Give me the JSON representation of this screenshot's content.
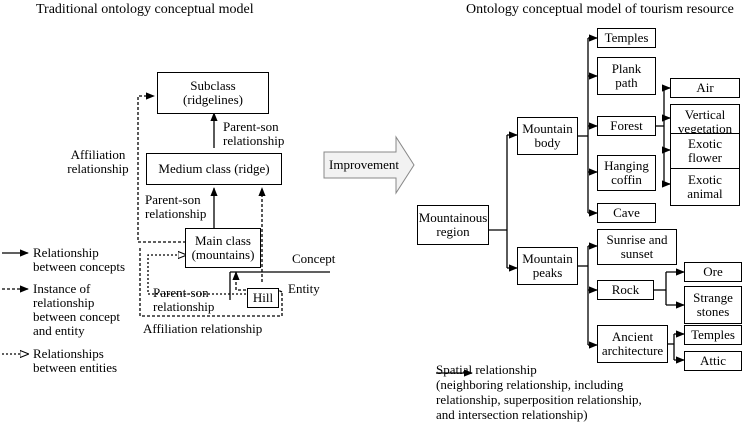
{
  "left": {
    "title": "Traditional ontology conceptual model",
    "boxes": {
      "subclass": "Subclass\n(ridgelines)",
      "medium": "Medium class (ridge)",
      "main": "Main class\n(mountains)",
      "hill": "Hill"
    },
    "labels": {
      "affiliation_top": "Affiliation\nrelationship",
      "parent_son_1": "Parent-son\nrelationship",
      "parent_son_2": "Parent-son\nrelationship",
      "parent_son_3": "Parent-son\nrelationship",
      "concept": "Concept",
      "entity": "Entity",
      "affiliation_bottom": "Affiliation relationship"
    },
    "legend": [
      {
        "style": "solid",
        "text": "Relationship\nbetween concepts"
      },
      {
        "style": "dashed",
        "text": "Instance of\nrelationship\nbetween concept\nand entity"
      },
      {
        "style": "dotted-open",
        "text": "Relationships\nbetween entities"
      }
    ]
  },
  "improvement": "Improvement",
  "right": {
    "title": "Ontology conceptual model of tourism resource",
    "root": "Mountainous\nregion",
    "body": "Mountain\nbody",
    "peaks": "Mountain\npeaks",
    "body_children": {
      "temples": "Temples",
      "plank": "Plank\npath",
      "forest": "Forest",
      "coffin": "Hanging\ncoffin",
      "cave": "Cave"
    },
    "forest_children": {
      "air": "Air",
      "veg": "Vertical\nvegetation\nzone",
      "flower": "Exotic\nflower",
      "animal": "Exotic\nanimal"
    },
    "peak_children": {
      "sunrise": "Sunrise and\nsunset",
      "rock": "Rock",
      "ancient": "Ancient\narchitecture"
    },
    "rock_children": {
      "ore": "Ore",
      "strange": "Strange\nstones"
    },
    "ancient_children": {
      "temples": "Temples",
      "attic": "Attic"
    },
    "spatial_note": "Spatial relationship\n(neighboring relationship, including\nrelationship, superposition relationship,\nand intersection relationship)"
  }
}
